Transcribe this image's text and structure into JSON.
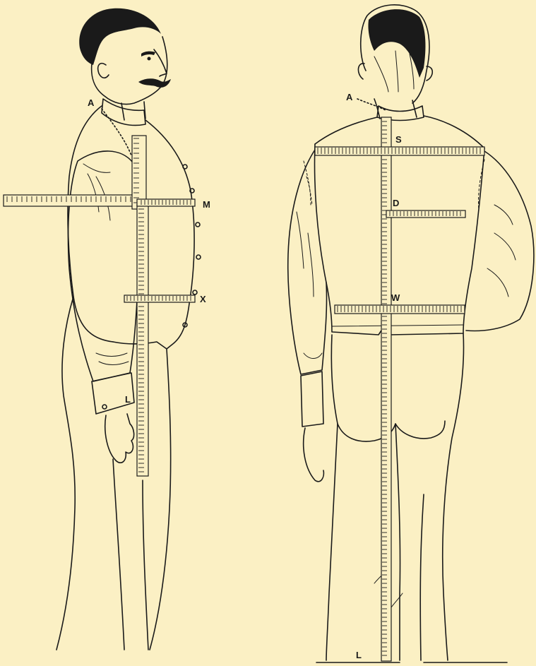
{
  "figure": {
    "colors": {
      "paper": "#FBF0C4",
      "ink": "#1a1a1a"
    },
    "side_view": {
      "labels": {
        "neck_point": "A",
        "chest": "M",
        "waist": "X",
        "sleeve_length": "L"
      }
    },
    "back_view": {
      "labels": {
        "neck_point": "A",
        "shoulder": "S",
        "back_depth": "D",
        "waist": "W",
        "length": "L"
      }
    }
  }
}
